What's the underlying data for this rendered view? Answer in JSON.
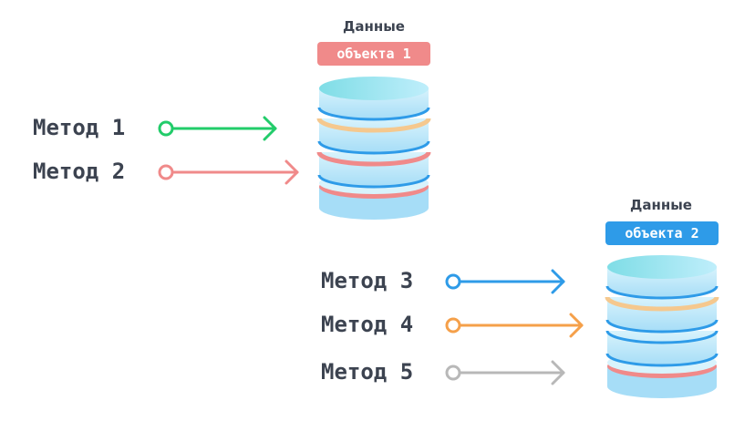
{
  "objects": [
    {
      "caption": "Данные",
      "badge": "объекта 1",
      "badge_color": "#f08a8a"
    },
    {
      "caption": "Данные",
      "badge": "объекта 2",
      "badge_color": "#2e9be8"
    }
  ],
  "methods": [
    {
      "label": "Метод 1",
      "color": "#22cc6a"
    },
    {
      "label": "Метод 2",
      "color": "#f08a8a"
    },
    {
      "label": "Метод 3",
      "color": "#2e9be8"
    },
    {
      "label": "Метод 4",
      "color": "#f5a04a"
    },
    {
      "label": "Метод 5",
      "color": "#b8b8b8"
    }
  ],
  "colors": {
    "disk_top": "#8fe3ef",
    "disk_body": "#bfe9fb",
    "ring_blue": "#2e9be8",
    "ring_orange": "#f5c88e",
    "ring_red": "#f08a8a"
  }
}
